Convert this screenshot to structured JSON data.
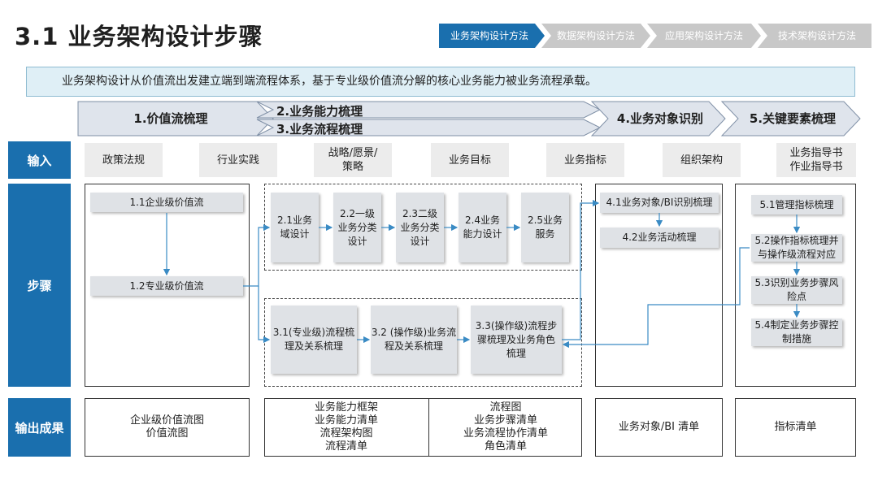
{
  "title": "3.1 业务架构设计步骤",
  "nav_tabs": [
    "业务架构设计方法",
    "数据架构设计方法",
    "应用架构设计方法",
    "技术架构设计方法"
  ],
  "intro": "业务架构设计从价值流出发建立端到端流程体系，基于专业级价值流分解的核心业务能力被业务流程承载。",
  "phases": {
    "p1": "1.价值流梳理",
    "p2": "2.业务能力梳理",
    "p3": "3.业务流程梳理",
    "p4": "4.业务对象识别",
    "p5": "5.关键要素梳理"
  },
  "rows": {
    "input": "输入",
    "steps": "步骤",
    "output": "输出成果"
  },
  "inputs": [
    "政策法规",
    "行业实践",
    "战略/愿景/\n策略",
    "业务目标",
    "业务指标",
    "组织架构",
    "业务指导书\n作业指导书"
  ],
  "steps": {
    "s1_1": "1.1企业级价值流",
    "s1_2": "1.2专业级价值流",
    "s2_1": "2.1业务\n域设计",
    "s2_2": "2.2一级\n业务分类\n设计",
    "s2_3": "2.3二级\n业务分类\n设计",
    "s2_4": "2.4业务\n能力设计",
    "s2_5": "2.5业务\n服务",
    "s3_1": "3.1(专业级)流程梳\n理及关系梳理",
    "s3_2": "3.2 (操作级)业务流\n程及关系梳理",
    "s3_3": "3.3(操作级)流程步\n骤梳理及业务角色\n梳理",
    "s4_1": "4.1业务对象/BI识别梳理",
    "s4_2": "4.2业务活动梳理",
    "s5_1": "5.1管理指标梳理",
    "s5_2": "5.2操作指标梳理并\n与操作级流程对应",
    "s5_3": "5.3识别业务步骤风\n险点",
    "s5_4": "5.4制定业务步骤控\n制措施"
  },
  "outputs": {
    "o1": [
      "企业级价值流图",
      "价值流图"
    ],
    "o2": [
      "业务能力框架",
      "业务能力清单",
      "流程架构图",
      "流程清单"
    ],
    "o3": [
      "流程图",
      "业务步骤清单",
      "业务流程协作清单",
      "角色清单"
    ],
    "o4": [
      "业务对象/BI 清单"
    ],
    "o5": [
      "指标清单"
    ]
  },
  "colors": {
    "accent": "#1a6fae",
    "phase_fill": "#dfe4ec",
    "step_fill": "#dfe2e6",
    "intro_fill": "#dfeff6",
    "nav_active": "#1a6fae",
    "nav_inactive": "#c8c8c8"
  }
}
